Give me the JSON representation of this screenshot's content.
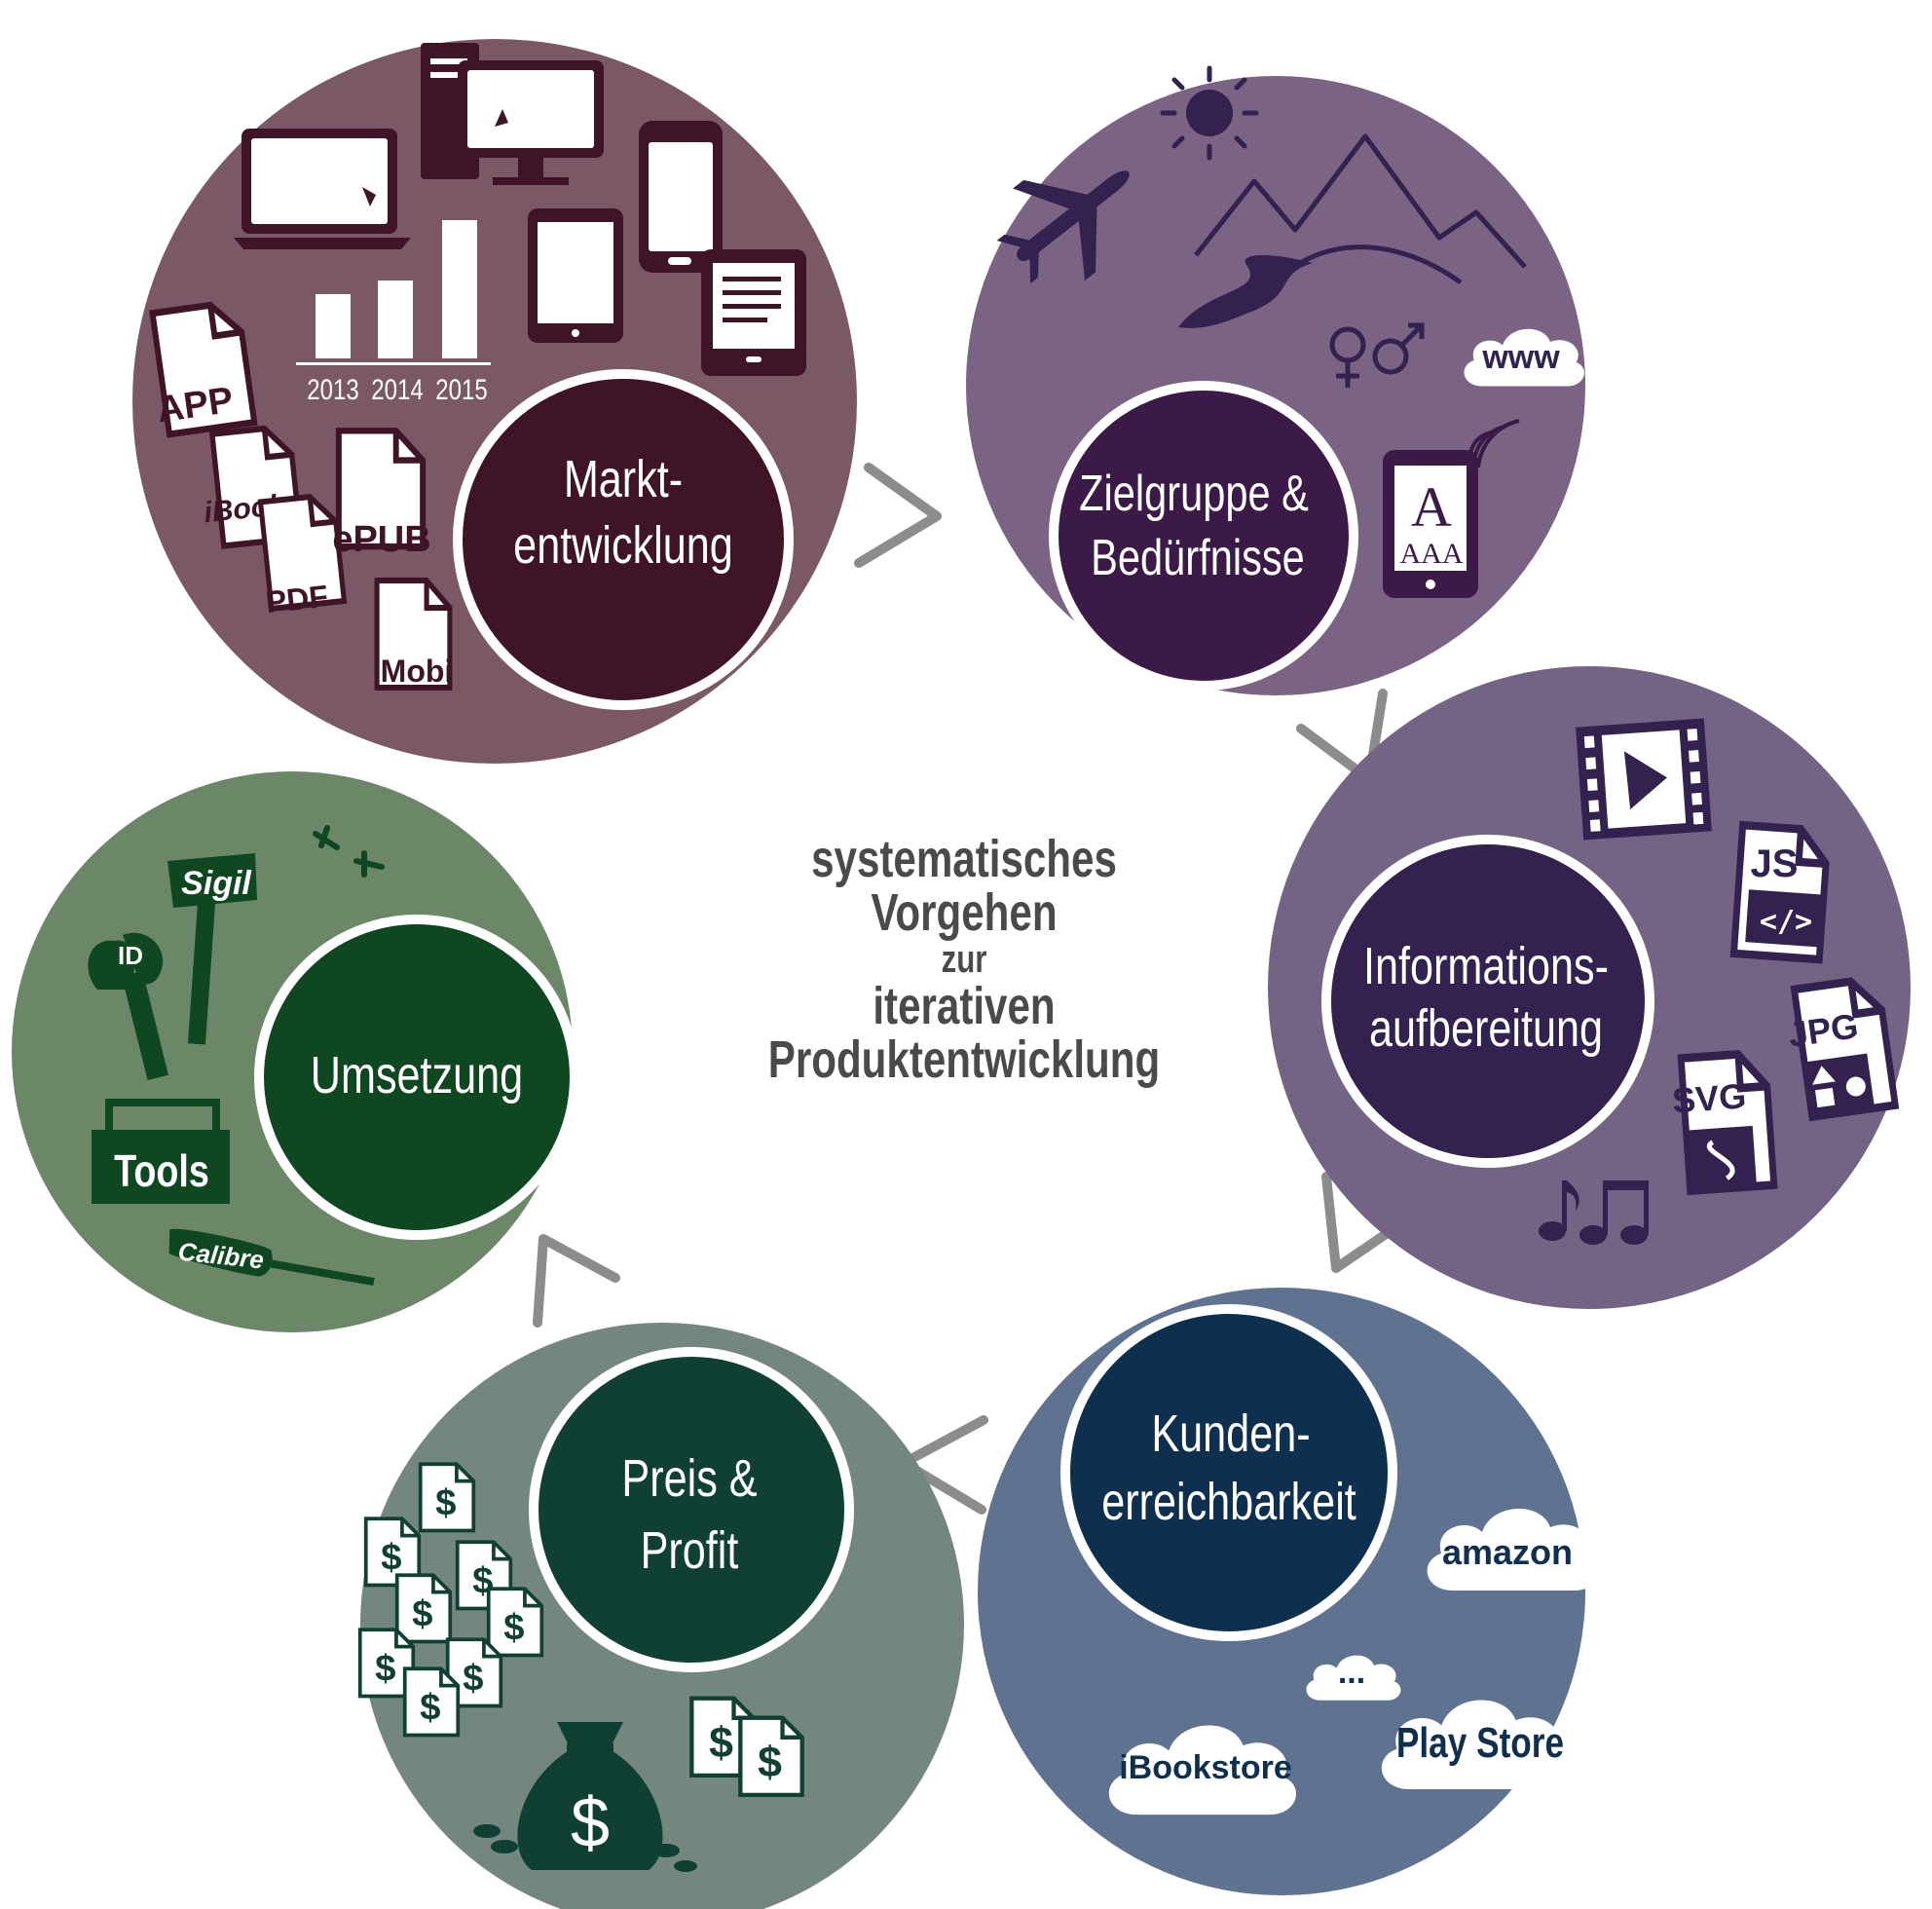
{
  "center": {
    "line1": "systematisches",
    "line2": "Vorgehen",
    "line3": "zur",
    "line4": "iterativen",
    "line5": "Produktentwicklung"
  },
  "stages": {
    "markt": {
      "title_line1": "Markt-",
      "title_line2": "entwicklung",
      "color_outer": "#7a5866",
      "color_inner": "#3e1426",
      "years": [
        "2013",
        "2014",
        "2015"
      ],
      "formats": [
        "APP",
        "iBook",
        "ePUB",
        "PDF",
        "Mobi"
      ]
    },
    "zielgruppe": {
      "title_line1": "Zielgruppe &",
      "title_line2": "Bedürfnisse",
      "color_outer": "#7a6383",
      "color_inner": "#3b1a48",
      "www": "www",
      "tablet_big": "A",
      "tablet_small": "AAA"
    },
    "information": {
      "title_line1": "Informations-",
      "title_line2": "aufbereitung",
      "color_outer": "#736485",
      "color_inner": "#33214f",
      "files": [
        "JS",
        "JPG",
        "SVG"
      ],
      "code_glyph": "</>"
    },
    "kunden": {
      "title_line1": "Kunden-",
      "title_line2": "erreichbarkeit",
      "color_outer": "#5f7391",
      "color_inner": "#0f2f4f",
      "stores": [
        "amazon",
        "iBookstore",
        "Play Store"
      ],
      "ellipsis": "..."
    },
    "preis": {
      "title_line1": "Preis &",
      "title_line2": "Profit",
      "color_outer": "#74877f",
      "color_inner": "#103f34",
      "currency": "$"
    },
    "umsetzung": {
      "title_line1": "Umsetzung",
      "color_outer": "#6c8668",
      "color_inner": "#0f4721",
      "tools": [
        "Sigil",
        "ID",
        "Tools",
        "Calibre"
      ]
    }
  }
}
